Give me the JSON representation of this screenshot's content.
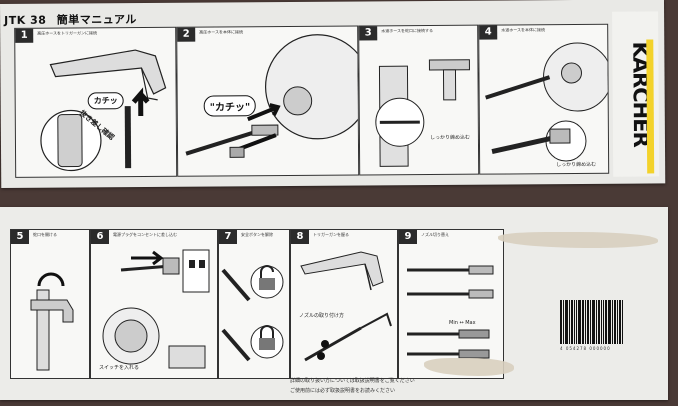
{
  "manual": {
    "model": "JTK 38",
    "title": "簡単マニュアル",
    "brand": "KÄRCHER"
  },
  "steps_top": [
    {
      "no": "1",
      "label": "高圧ホースをトリガーガンに接続",
      "callout": "カチッ",
      "warning": "抜き差し確認"
    },
    {
      "no": "2",
      "label": "高圧ホースを本体に接続",
      "callout": "\"カチッ\""
    },
    {
      "no": "3",
      "label": "水道ホースを蛇口に接続する",
      "note": "しっかり締め込む"
    },
    {
      "no": "4",
      "label": "水道ホースを本体に接続",
      "note": "しっかり締め込む"
    }
  ],
  "steps_bottom": [
    {
      "no": "5",
      "label": "蛇口を開ける"
    },
    {
      "no": "6",
      "label": "電源プラグをコンセントに差し込む",
      "note": "スイッチを入れる"
    },
    {
      "no": "7",
      "label": "安全ボタンを解除"
    },
    {
      "no": "8",
      "label": "トリガーガンを握る",
      "note": "ノズルの取り付け方"
    },
    {
      "no": "9",
      "label": "ノズル切り替え",
      "note": "Min ↔ Max"
    }
  ],
  "footer": {
    "line1": "詳細の取り扱い方については取扱説明書をご覧ください",
    "line2": "ご使用前には必ず取扱説明書をお読みください"
  },
  "barcode_digits": "4 054278 000000",
  "colors": {
    "brand_yellow": "#f3d22a",
    "panel_border": "#333333",
    "paper": "#e9e9e6"
  }
}
